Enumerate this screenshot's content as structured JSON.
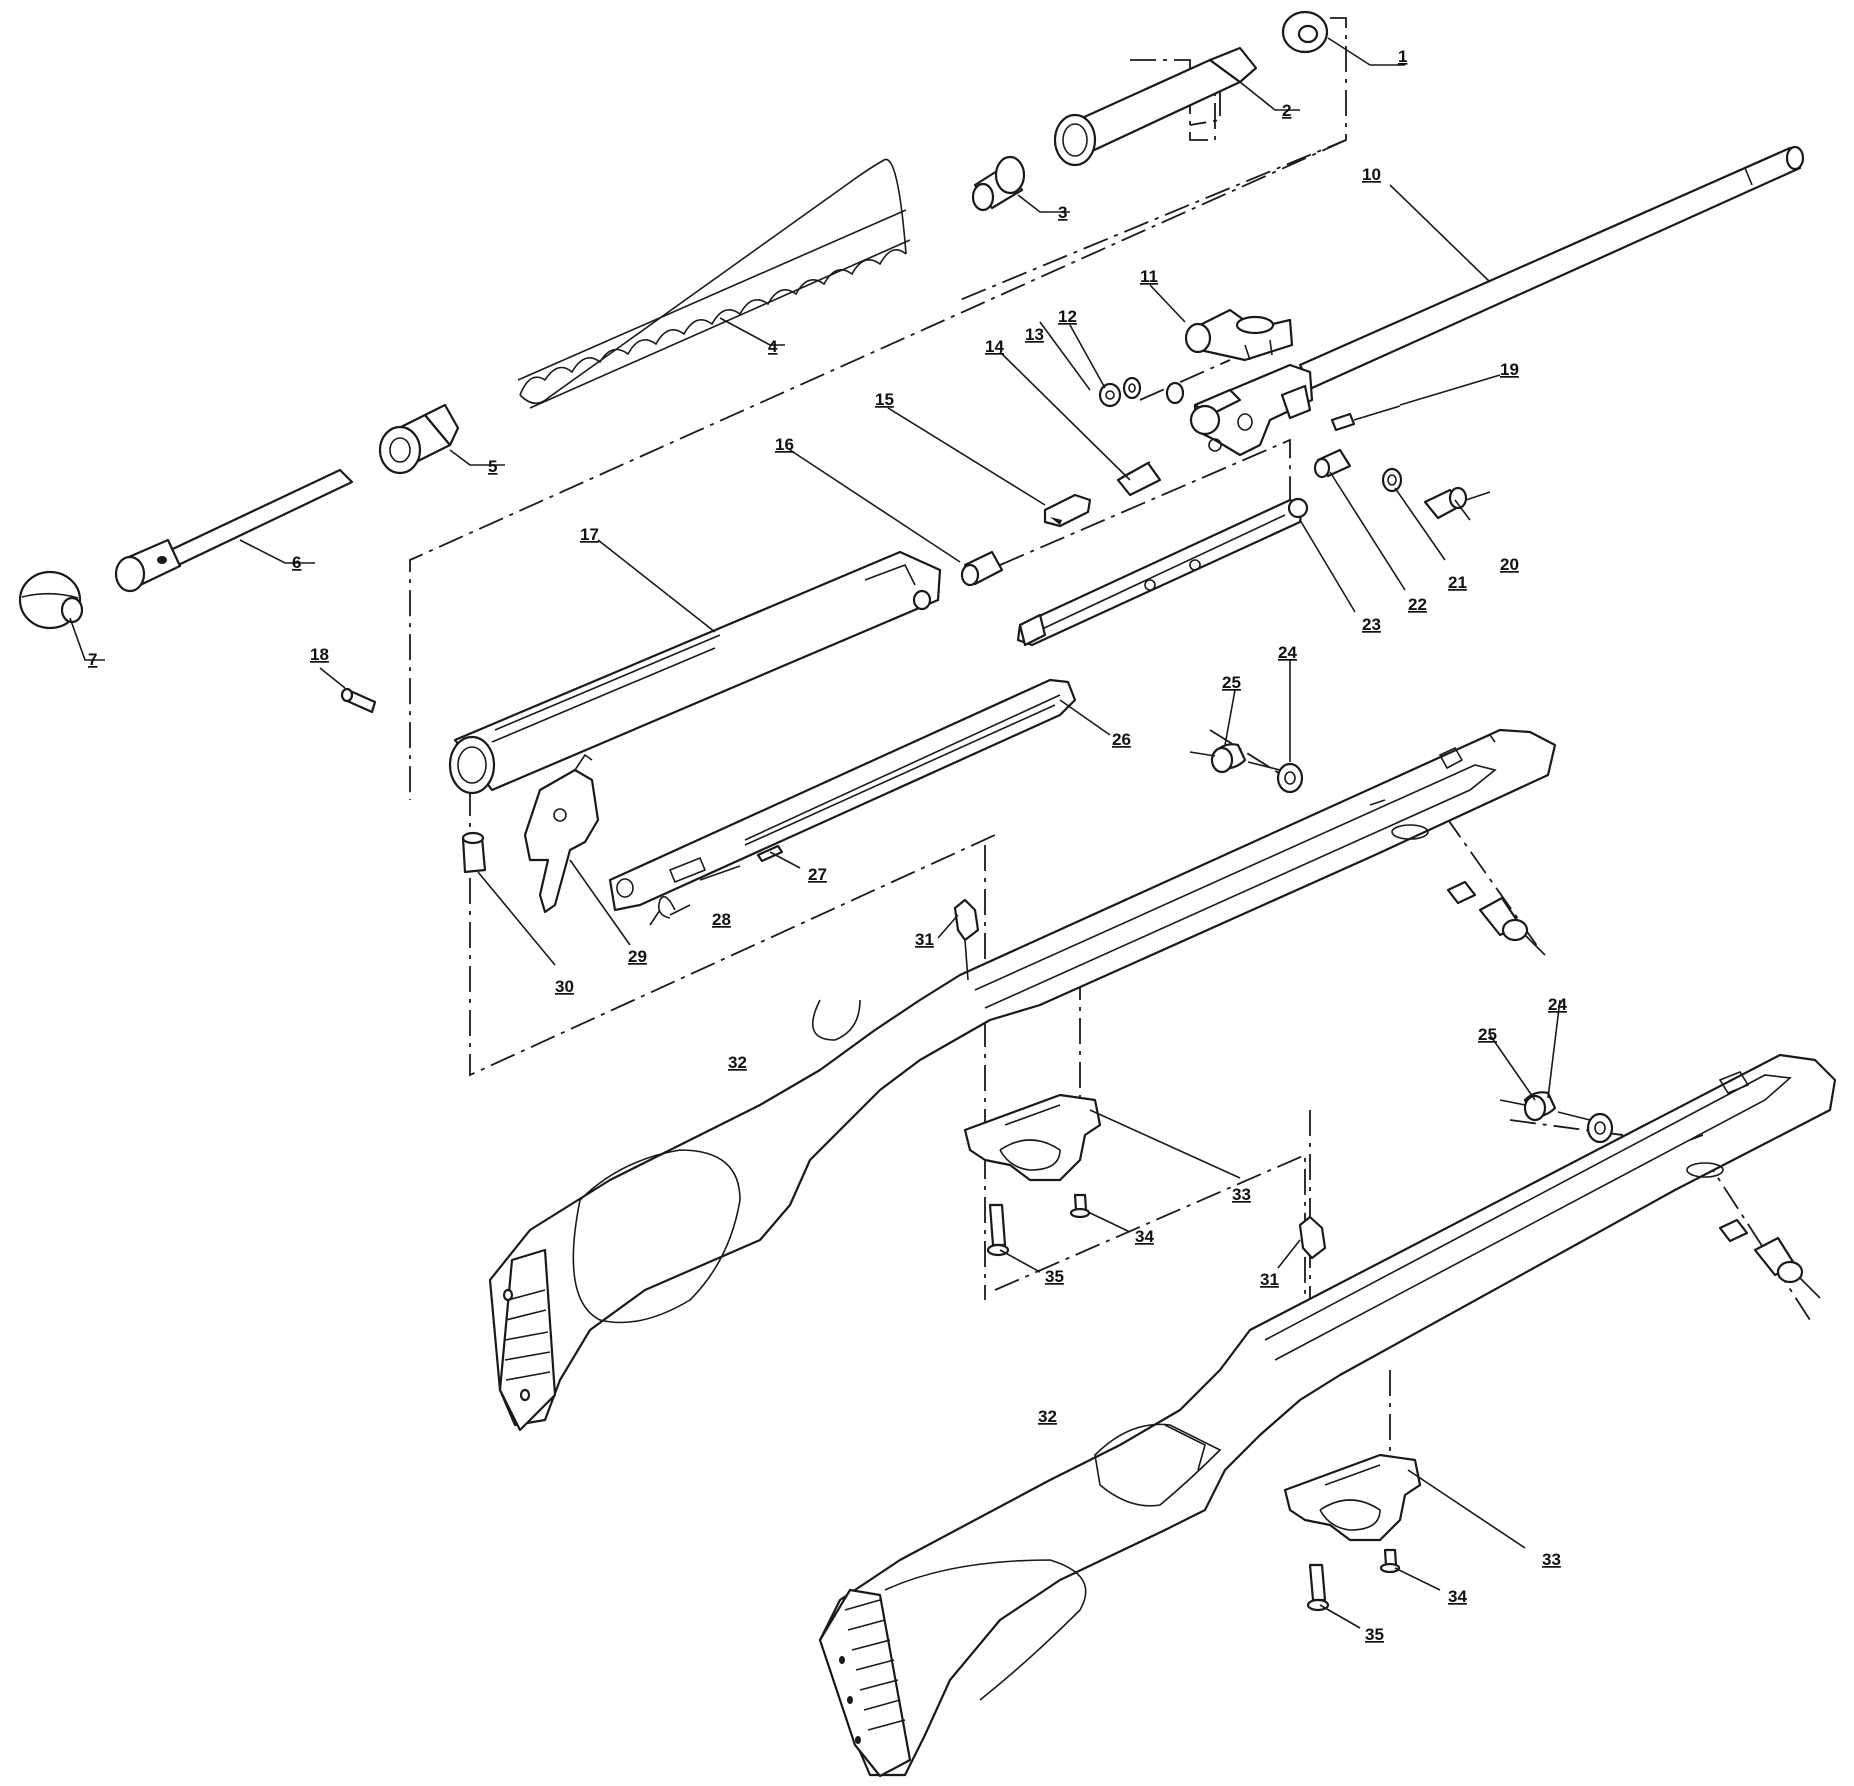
{
  "callouts": [
    "1",
    "2",
    "3",
    "4",
    "5",
    "6",
    "7",
    "10",
    "11",
    "12",
    "13",
    "14",
    "15",
    "16",
    "17",
    "18",
    "19",
    "20",
    "21",
    "22",
    "23",
    "24",
    "25",
    "26",
    "27",
    "28",
    "29",
    "30",
    "31",
    "32",
    "33",
    "34",
    "35"
  ],
  "colors": {
    "line": "#1a1a1a",
    "background": "#ffffff"
  }
}
